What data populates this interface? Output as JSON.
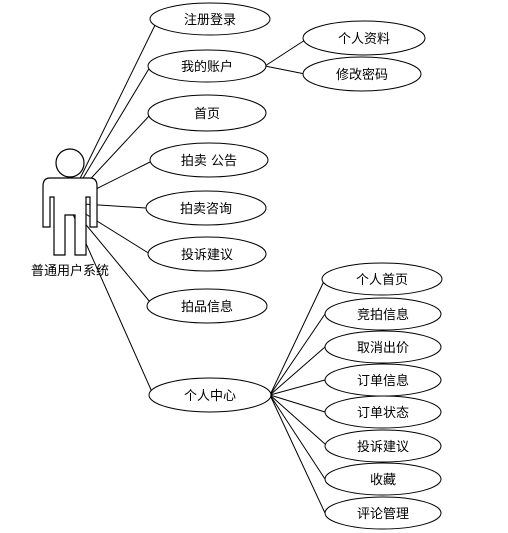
{
  "actor": {
    "label": "普通用户系统"
  },
  "use_cases": {
    "register_login": "注册登录",
    "my_account": "我的账户",
    "personal_profile": "个人资料",
    "change_password": "修改密码",
    "home": "首页",
    "auction_notice": "拍卖 公告",
    "auction_consult": "拍卖咨询",
    "complaint_suggestion": "投诉建议",
    "lot_info": "拍品信息",
    "personal_center": "个人中心",
    "personal_home": "个人首页",
    "bidding_info": "竞拍信息",
    "cancel_bid": "取消出价",
    "order_info": "订单信息",
    "order_status": "订单状态",
    "complaint_suggestion_2": "投诉建议",
    "favorites": "收藏",
    "review_management": "评论管理"
  }
}
